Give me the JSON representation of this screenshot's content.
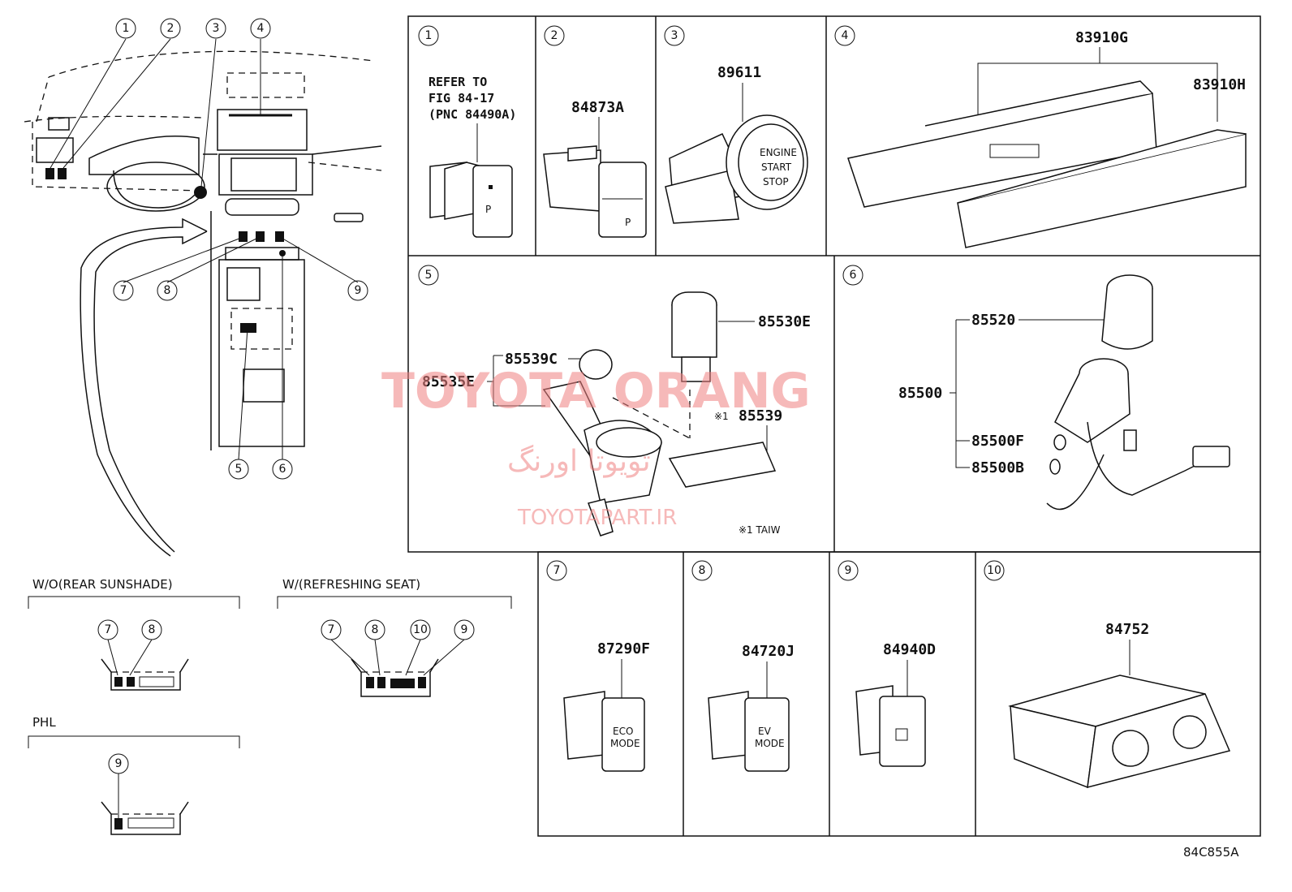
{
  "overview": {
    "callouts": [
      "1",
      "2",
      "3",
      "4",
      "5",
      "6",
      "7",
      "8",
      "9"
    ]
  },
  "cells": [
    {
      "num": "1",
      "refer": [
        "REFER TO",
        "FIG 84-17",
        "(PNC 84490A)"
      ]
    },
    {
      "num": "2",
      "part": "84873A"
    },
    {
      "num": "3",
      "part": "89611",
      "button_text": [
        "ENGINE",
        "START",
        "STOP"
      ]
    },
    {
      "num": "4",
      "parts": [
        "83910G",
        "83910H"
      ]
    },
    {
      "num": "5",
      "parts": [
        "85530E",
        "85539C",
        "85535E",
        "85539"
      ],
      "mark": "※1",
      "note": "※1 TAIW"
    },
    {
      "num": "6",
      "parts": [
        "85520",
        "85500",
        "85500F",
        "85500B"
      ]
    },
    {
      "num": "7",
      "part": "87290F",
      "button_text": [
        "ECO",
        "MODE"
      ]
    },
    {
      "num": "8",
      "part": "84720J",
      "button_text": [
        "EV",
        "MODE"
      ]
    },
    {
      "num": "9",
      "part": "84940D"
    },
    {
      "num": "10",
      "part": "84752"
    }
  ],
  "variants": [
    {
      "title": "W/O(REAR SUNSHADE)",
      "callouts": [
        "7",
        "8"
      ]
    },
    {
      "title": "W/(REFRESHING SEAT)",
      "callouts": [
        "7",
        "8",
        "10",
        "9"
      ]
    },
    {
      "title": "PHL",
      "callouts": [
        "9"
      ]
    }
  ],
  "watermark": {
    "line1": "TOYOTA ORANG",
    "line2": "تویوتا اورنگ",
    "line3": "TOYOTAPART.IR"
  },
  "figure_code": "84C855A"
}
